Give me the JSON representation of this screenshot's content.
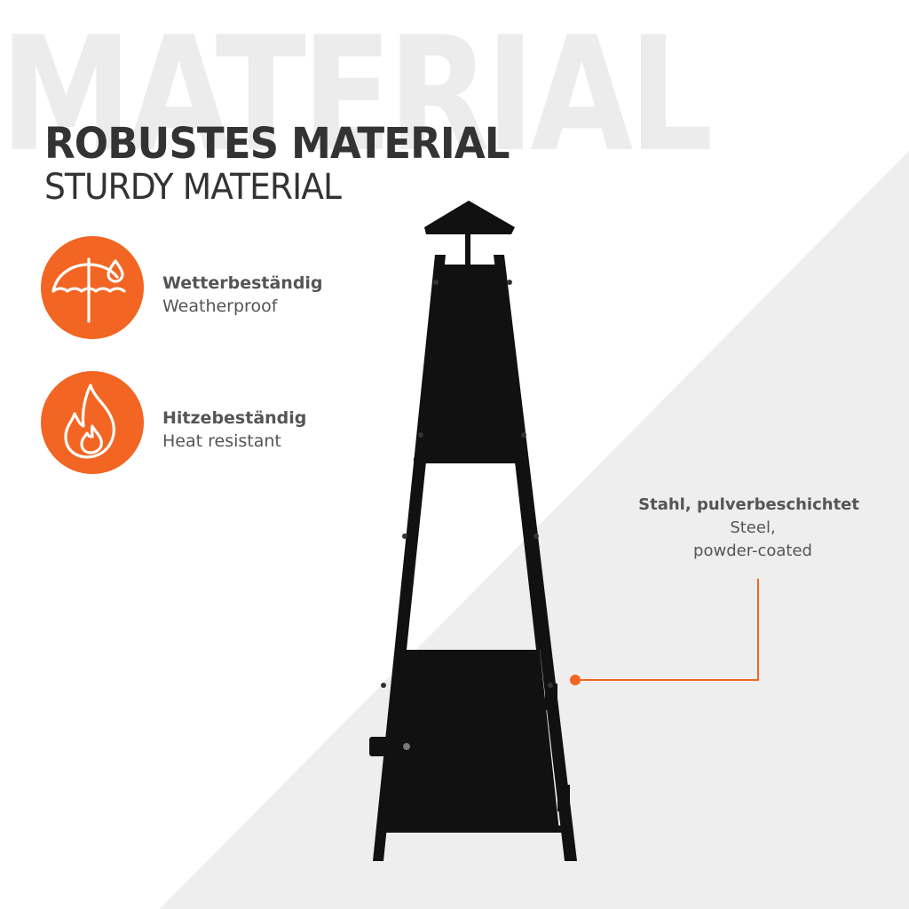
{
  "watermark": "MATERIAL",
  "header": {
    "title": "ROBUSTES MATERIAL",
    "subtitle": "STURDY MATERIAL"
  },
  "features": [
    {
      "icon": "umbrella-rain-icon",
      "label_de": "Wetterbeständig",
      "label_en": "Weatherproof"
    },
    {
      "icon": "flame-icon",
      "label_de": "Hitzebeständig",
      "label_en": "Heat resistant"
    }
  ],
  "callout": {
    "label_de": "Stahl, pulverbeschichtet",
    "label_en_line1": "Steel,",
    "label_en_line2": "powder-coated"
  },
  "colors": {
    "accent": "#f26522",
    "text": "#555555",
    "heading": "#333333",
    "watermark": "#ececec",
    "background_band": "#eeeeee",
    "product": "#111111"
  }
}
